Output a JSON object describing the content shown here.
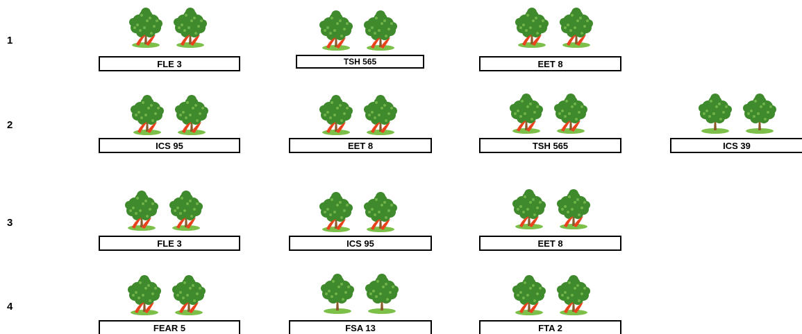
{
  "rows": [
    {
      "num": "1",
      "groups": [
        {
          "label": "FLE 3",
          "pods": true
        },
        {
          "label": "TSH 565",
          "pods": true
        },
        {
          "label": "EET 8",
          "pods": true
        }
      ]
    },
    {
      "num": "2",
      "groups": [
        {
          "label": "ICS 95",
          "pods": true
        },
        {
          "label": "EET 8",
          "pods": true
        },
        {
          "label": "TSH 565",
          "pods": true
        },
        {
          "label": "ICS 39",
          "pods": false
        }
      ]
    },
    {
      "num": "3",
      "groups": [
        {
          "label": "FLE 3",
          "pods": true
        },
        {
          "label": "ICS 95",
          "pods": true
        },
        {
          "label": "EET 8",
          "pods": true
        }
      ]
    },
    {
      "num": "4",
      "groups": [
        {
          "label": "FEAR 5",
          "pods": true
        },
        {
          "label": "FSA 13",
          "pods": false
        },
        {
          "label": "FTA 2",
          "pods": true
        }
      ]
    }
  ],
  "colors": {
    "foliage": "#3f8a2c",
    "pod": "#e8431c",
    "grass": "#7cc04a",
    "trunk": "#8a5a2b"
  }
}
